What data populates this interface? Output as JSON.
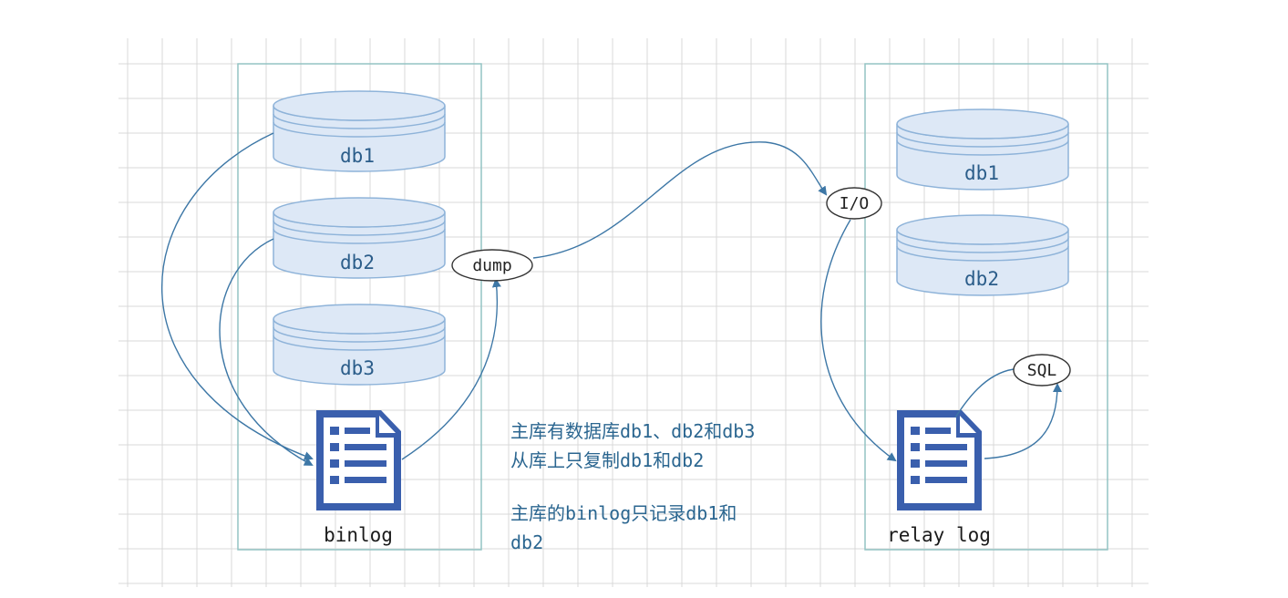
{
  "colors": {
    "grid": "#d9d9d9",
    "panel_border": "#93c4c4",
    "db_fill": "#dde8f6",
    "db_stroke": "#8eb3d9",
    "arrow": "#3d77a6",
    "doc_icon": "#3a5fad",
    "note_text": "#2b6690"
  },
  "master": {
    "databases": [
      "db1",
      "db2",
      "db3"
    ],
    "binlog_label": "binlog",
    "dump_label": "dump"
  },
  "slave": {
    "io_label": "I/O",
    "databases": [
      "db1",
      "db2"
    ],
    "relay_label": "relay log",
    "sql_label": "SQL"
  },
  "notes": {
    "line1": "主库有数据库db1、db2和db3",
    "line2": "从库上只复制db1和db2",
    "line3": "主库的binlog只记录db1和",
    "line4": "db2"
  },
  "icons": {
    "binlog_icon": "document-list-icon",
    "relay_icon": "document-list-icon"
  }
}
